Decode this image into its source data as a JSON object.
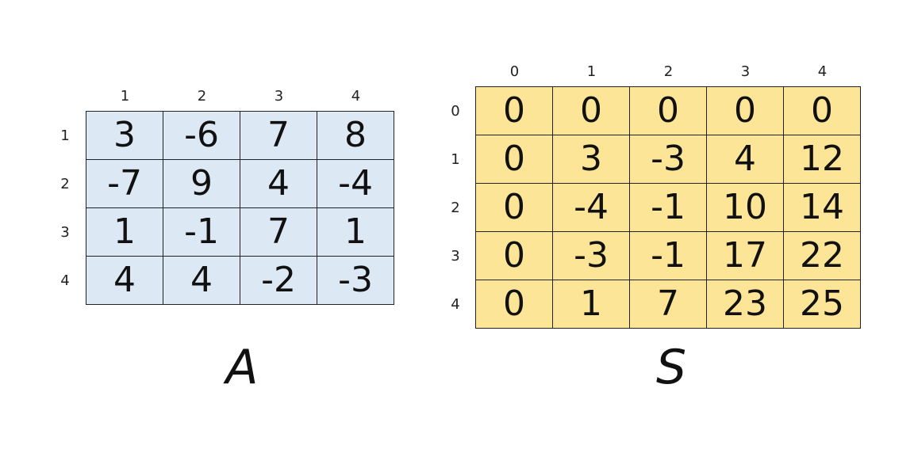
{
  "matrix_a": {
    "name": "A",
    "col_labels": [
      "1",
      "2",
      "3",
      "4"
    ],
    "row_labels": [
      "1",
      "2",
      "3",
      "4"
    ],
    "rows": [
      [
        "3",
        "-6",
        "7",
        "8"
      ],
      [
        "-7",
        "9",
        "4",
        "-4"
      ],
      [
        "1",
        "-1",
        "7",
        "1"
      ],
      [
        "4",
        "4",
        "-2",
        "-3"
      ]
    ],
    "fill_color": "#dde8f5"
  },
  "matrix_s": {
    "name": "S",
    "col_labels": [
      "0",
      "1",
      "2",
      "3",
      "4"
    ],
    "row_labels": [
      "0",
      "1",
      "2",
      "3",
      "4"
    ],
    "rows": [
      [
        "0",
        "0",
        "0",
        "0",
        "0"
      ],
      [
        "0",
        "3",
        "-3",
        "4",
        "12"
      ],
      [
        "0",
        "-4",
        "-1",
        "10",
        "14"
      ],
      [
        "0",
        "-3",
        "-1",
        "17",
        "22"
      ],
      [
        "0",
        "1",
        "7",
        "23",
        "25"
      ]
    ],
    "fill_color": "#fde597"
  }
}
